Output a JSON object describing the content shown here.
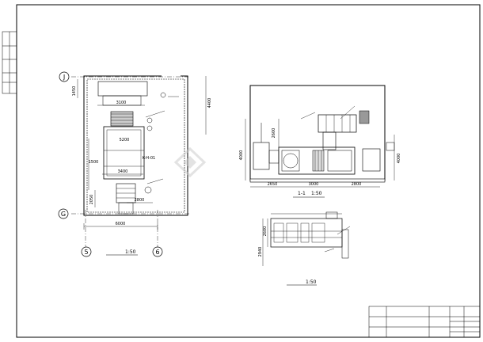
{
  "plan": {
    "axis_j": "J",
    "axis_g": "G",
    "axis_5": "5",
    "axis_6": "6",
    "dim_top_left": "1450",
    "dim_top_inner": "3100",
    "dim_right": "4400",
    "dim_mid": "5200",
    "dim_left": "1500",
    "dim_unit_width": "3400",
    "dim_lower_left": "2050",
    "dim_lower_inner": "2800",
    "dim_bottom": "6000",
    "unit_tag": "K-H-01",
    "scale_caption": "1:50"
  },
  "section": {
    "dim_a": "2650",
    "dim_b": "3000",
    "dim_c": "2800",
    "dim_left_v": "4000",
    "dim_right_v": "4000",
    "dim_top_v": "2600",
    "caption": "1-1",
    "scale_caption": "1:50"
  },
  "detail": {
    "dim_v1": "2940",
    "dim_v2": "2600",
    "scale_caption": "1:50"
  },
  "colors": {
    "line": "#000000",
    "wall_hatch": "#000000",
    "watermark": "#c8c8c8"
  }
}
